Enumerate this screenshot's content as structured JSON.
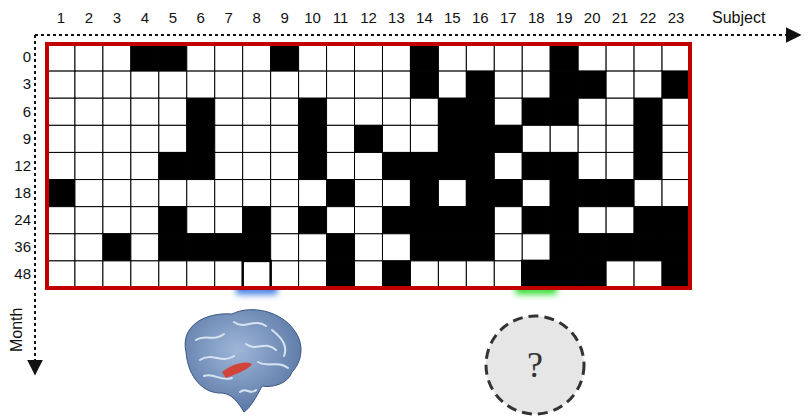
{
  "diagram": {
    "nodes": [
      {
        "text": [
          "?"
        ]
      }
    ],
    "labels": [
      "1",
      "2",
      "3",
      "4",
      "5",
      "6",
      "7",
      "8",
      "9",
      "10",
      "11",
      "12",
      "13",
      "14",
      "15",
      "16",
      "17",
      "18",
      "19",
      "20",
      "21",
      "22",
      "23",
      "Subject",
      "0",
      "3",
      "6",
      "9",
      "12",
      "18",
      "24",
      "36",
      "48",
      "Month"
    ]
  }
}
